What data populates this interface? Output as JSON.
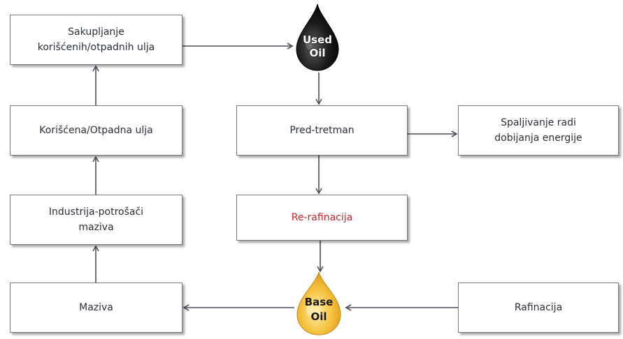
{
  "nodes": {
    "sakupljanje": {
      "line1": "Sakupljanje",
      "line2": "korišćenih/otpadnih ulja"
    },
    "koriscena": {
      "line1": "Korišćena/Otpadna ulja"
    },
    "industrija": {
      "line1": "Industrija-potrošači",
      "line2": "maziva"
    },
    "maziva": {
      "line1": "Maziva"
    },
    "predtretman": {
      "line1": "Pred-tretman"
    },
    "rerafinacija": {
      "line1": "Re-rafinacija"
    },
    "spaljivanje": {
      "line1": "Spaljivanje radi",
      "line2": "dobijanja energije"
    },
    "rafinacija": {
      "line1": "Rafinacija"
    }
  },
  "drops": {
    "used_oil": {
      "line1": "Used",
      "line2": "Oil"
    },
    "base_oil": {
      "line1": "Base",
      "line2": "Oil"
    }
  },
  "colors": {
    "box_border": "#7a7a7a",
    "box_text": "#2b2f3a",
    "highlight_text": "#d0202a",
    "arrow": "#4a4f5a",
    "used_oil_drop": "#111111",
    "base_oil_drop": "#f3b32b"
  },
  "edges": [
    {
      "from": "sakupljanje",
      "to": "used_oil"
    },
    {
      "from": "used_oil",
      "to": "predtretman"
    },
    {
      "from": "predtretman",
      "to": "spaljivanje"
    },
    {
      "from": "predtretman",
      "to": "rerafinacija"
    },
    {
      "from": "rerafinacija",
      "to": "base_oil"
    },
    {
      "from": "rafinacija",
      "to": "base_oil"
    },
    {
      "from": "base_oil",
      "to": "maziva"
    },
    {
      "from": "maziva",
      "to": "industrija"
    },
    {
      "from": "industrija",
      "to": "koriscena"
    },
    {
      "from": "koriscena",
      "to": "sakupljanje"
    }
  ]
}
